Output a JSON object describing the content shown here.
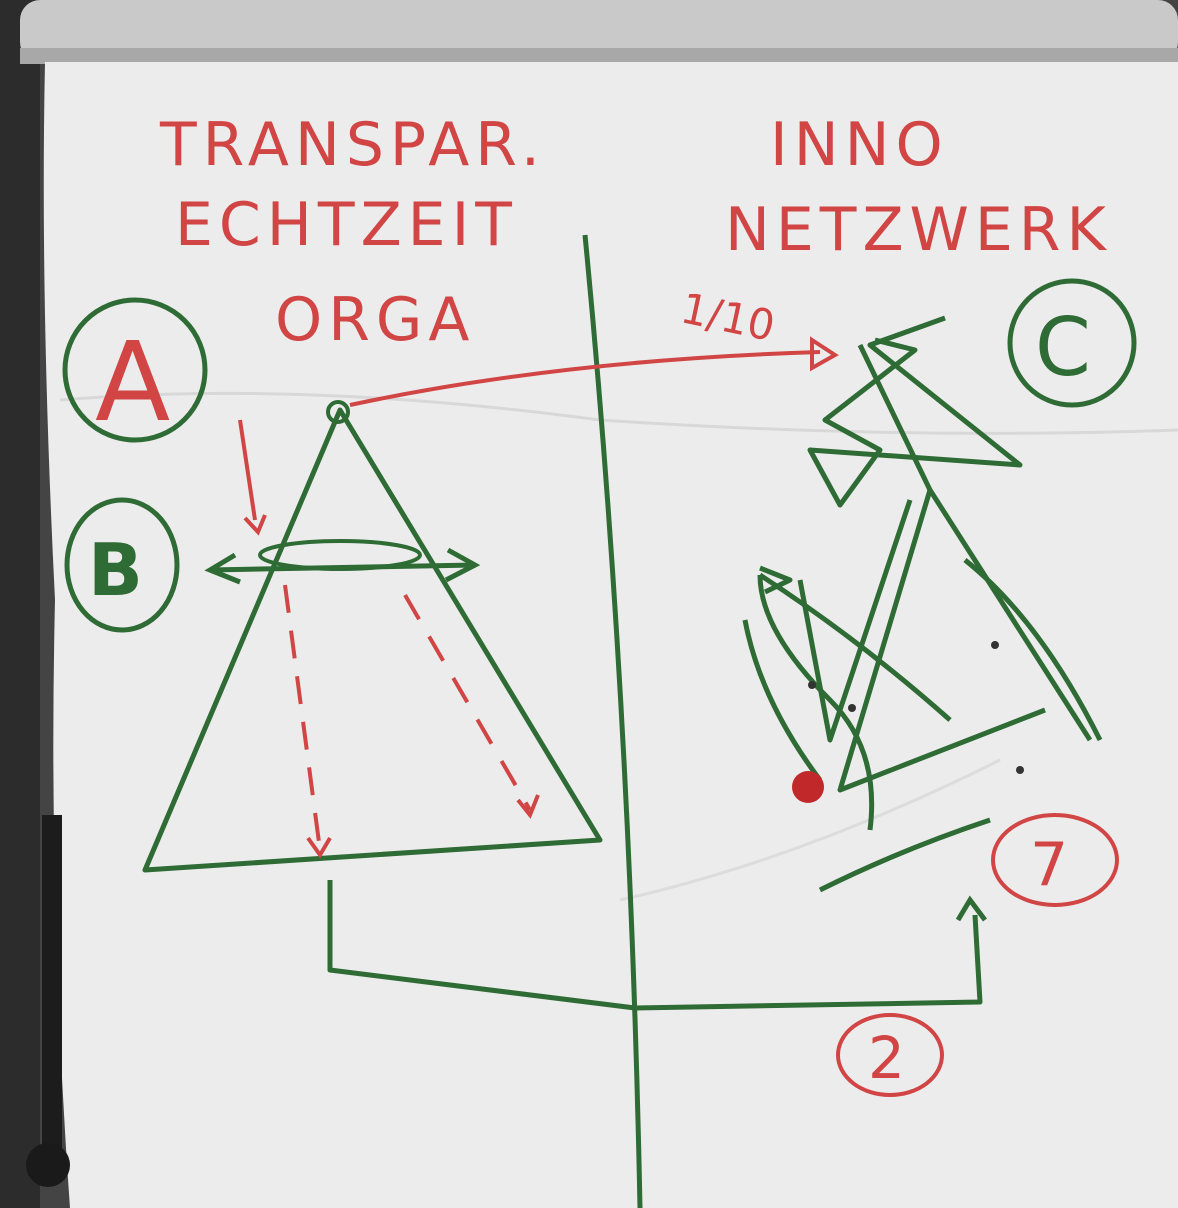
{
  "left_heading": {
    "line1": "TRANSPAR.",
    "line2": "ECHTZEIT",
    "line3": "ORGA"
  },
  "right_heading": {
    "line1": "INNO",
    "line2": "NETZWERK"
  },
  "labels": {
    "a": "A",
    "b": "B",
    "c": "C",
    "arrow_note": "1/10",
    "circle_right": "7",
    "circle_bottom": "2"
  },
  "colors": {
    "marker_red": "#d14545",
    "marker_green": "#2e6b35",
    "paper": "#ececec"
  }
}
